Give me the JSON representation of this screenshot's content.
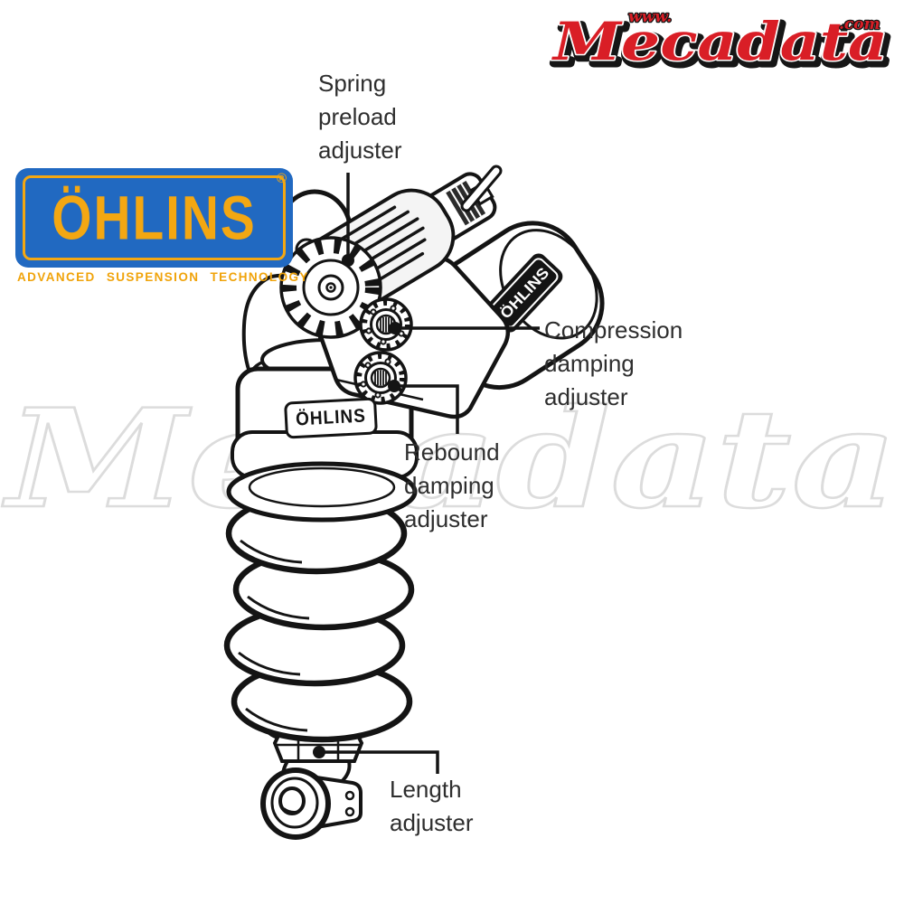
{
  "brand": {
    "mecadata": {
      "www": "www.",
      "name": "Mecadata",
      "com": ".com"
    },
    "watermark": "Mecadata"
  },
  "ohlins": {
    "wordmark": "ÖHLINS",
    "registered": "®",
    "tagline": "ADVANCED SUSPENSION TECHNOLOGY"
  },
  "diagram": {
    "labels": {
      "spring_preload": [
        "Spring",
        "preload",
        "adjuster"
      ],
      "compression": [
        "Compression",
        "damping",
        "adjuster"
      ],
      "rebound": [
        "Rebound",
        "damping",
        "adjuster"
      ],
      "length": [
        "Length",
        "adjuster"
      ]
    },
    "stickers": {
      "body": "ÖHLINS",
      "barrel": "ÖHLINS",
      "reservoir": "ÖHLINS"
    }
  },
  "colors": {
    "logo_red": "#d91e26",
    "ohlins_blue": "#2169c1",
    "ohlins_gold": "#f3a712",
    "ink": "#1a1a1a",
    "watermark_gray": "#dcdcdc"
  }
}
